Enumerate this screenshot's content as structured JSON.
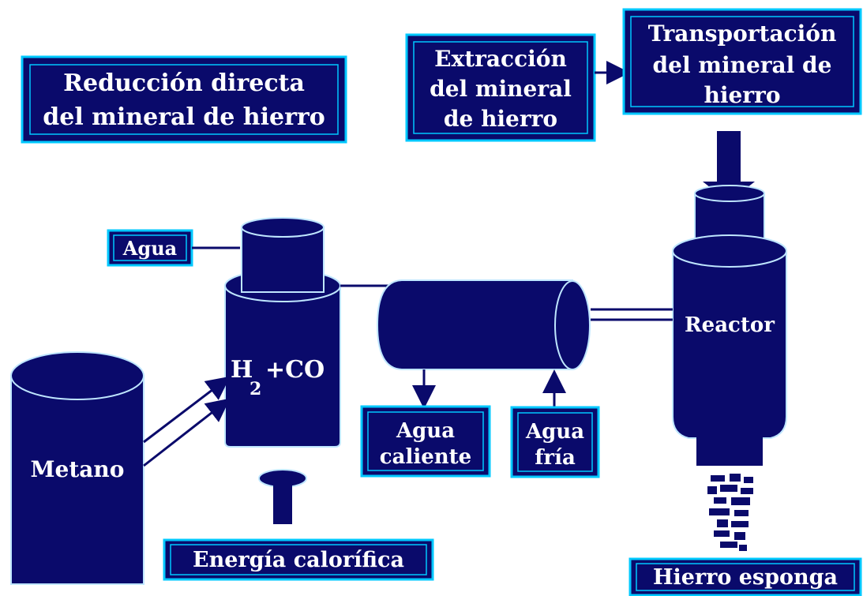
{
  "title": {
    "line1": "Reducción directa",
    "line2": "del mineral de hierro"
  },
  "extraction": {
    "line1": "Extracción",
    "line2": "del mineral",
    "line3": "de hierro"
  },
  "transport": {
    "line1": "Transportación",
    "line2": "del mineral de",
    "line3": "hierro"
  },
  "water_in": "Agua",
  "gas_vessel": {
    "h": "H",
    "sub": "2",
    "co": "+CO"
  },
  "methane": "Metano",
  "hot_water": {
    "line1": "Agua",
    "line2": "caliente"
  },
  "cold_water": {
    "line1": "Agua",
    "line2": "fría"
  },
  "energy": "Energía calorífica",
  "reactor": "Reactor",
  "sponge_iron": "Hierro esponga",
  "colors": {
    "navy": "#0a0a6b",
    "cyan_border": "#00c8ff",
    "background": "#ffffff"
  }
}
